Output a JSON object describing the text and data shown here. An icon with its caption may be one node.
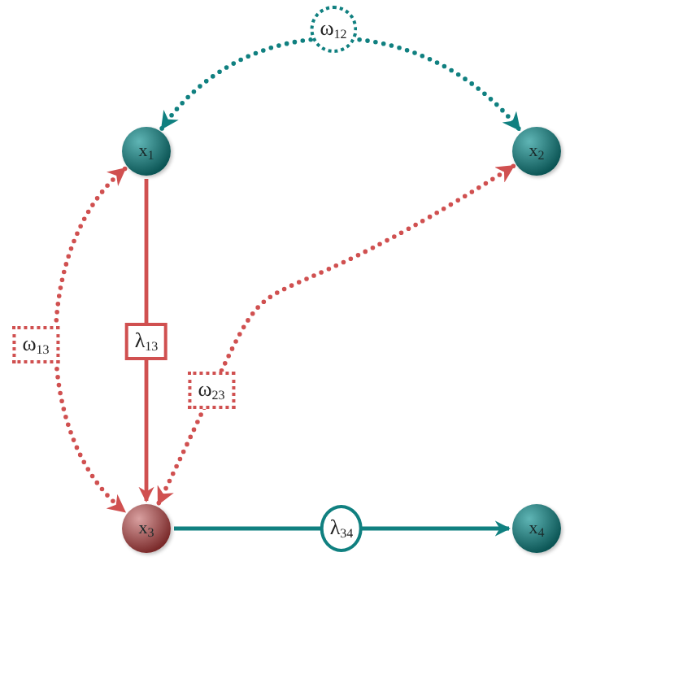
{
  "diagram": {
    "nodes": [
      {
        "text": [
          "x$_{1}$"
        ]
      },
      {
        "text": [
          "x$_{2}$"
        ]
      },
      {
        "text": [
          "x$_{3}$"
        ]
      },
      {
        "text": [
          "x$_{4}$"
        ]
      }
    ],
    "edges": [
      {
        "from": 0,
        "to": 1,
        "arrow": "both",
        "label": "ω$_{12}$",
        "style": "dashed",
        "color": "#108080"
      },
      {
        "from": 0,
        "to": 2,
        "arrow": "to",
        "label": "λ$_{13}$"
      },
      {
        "from": 0,
        "to": 2,
        "arrow": "both",
        "label": "ω$_{13}$",
        "style": "dashed"
      },
      {
        "from": 1,
        "to": 2,
        "arrow": "both",
        "label": "ω$_{23}$",
        "style": "dashed"
      },
      {
        "from": 2,
        "to": 3,
        "arrow": "to",
        "label": "λ$_{34}$",
        "color": "#108080"
      }
    ]
  }
}
